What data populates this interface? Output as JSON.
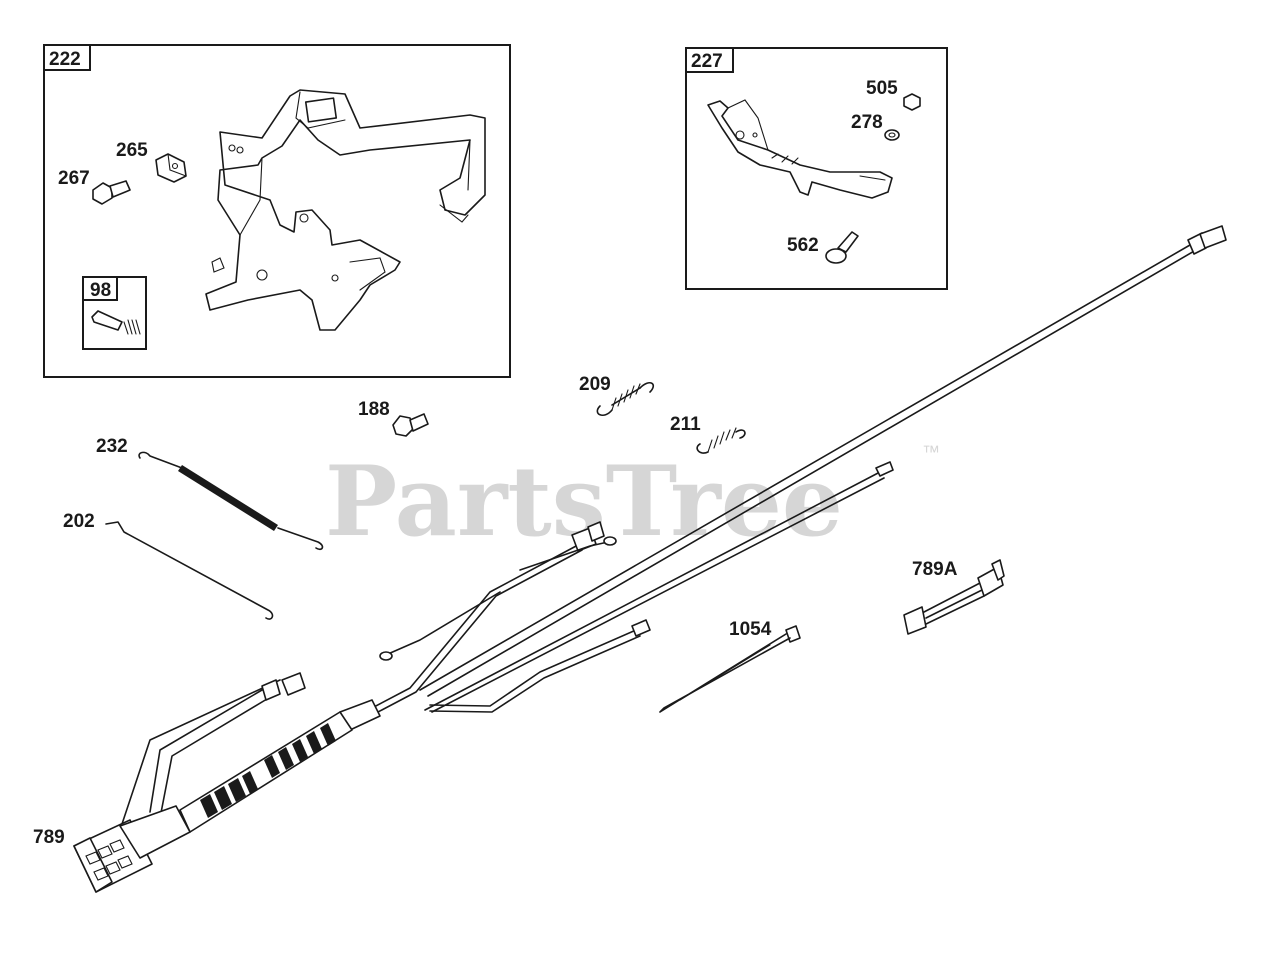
{
  "watermark": {
    "brand": "PartsTree",
    "mark": "™"
  },
  "boxes": {
    "b222": "222",
    "b227": "227",
    "b98": "98"
  },
  "parts": {
    "p505": "505",
    "p278": "278",
    "p562": "562",
    "p265": "265",
    "p267": "267",
    "p209": "209",
    "p188": "188",
    "p211": "211",
    "p232": "232",
    "p202": "202",
    "p789A": "789A",
    "p1054": "1054",
    "p789": "789"
  }
}
